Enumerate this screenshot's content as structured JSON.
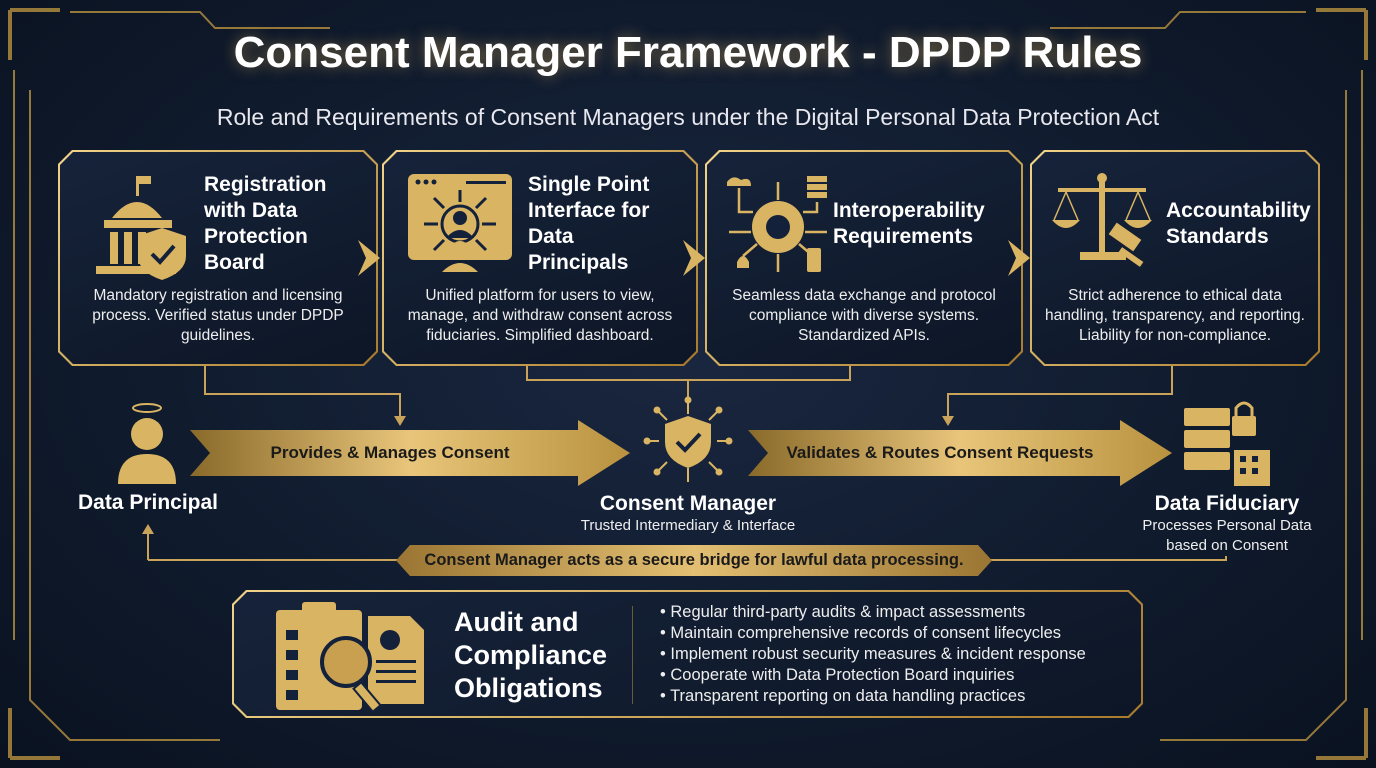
{
  "title": "Consent Manager Framework - DPDP Rules",
  "subtitle": "Role and Requirements of Consent Managers under the Digital Personal Data Protection Act",
  "cards": [
    {
      "title_lines": [
        "Registration",
        "with Data",
        "Protection",
        "Board"
      ],
      "desc": "Mandatory registration and licensing process. Verified status under DPDP guidelines.",
      "icon": "government-building-shield-icon"
    },
    {
      "title_lines": [
        "Single Point",
        "Interface for",
        "Data",
        "Principals"
      ],
      "desc": "Unified platform for users to view, manage, and withdraw consent across fiduciaries. Simplified dashboard.",
      "icon": "browser-user-arrows-icon"
    },
    {
      "title_lines": [
        "Interoperability",
        "Requirements"
      ],
      "desc": "Seamless data exchange and protocol compliance with diverse systems. Standardized APIs.",
      "icon": "gear-network-icon"
    },
    {
      "title_lines": [
        "Accountability",
        "Standards"
      ],
      "desc": "Strict adherence to ethical data handling, transparency, and reporting. Liability for non-compliance.",
      "icon": "scales-gavel-icon"
    }
  ],
  "flow": {
    "principal": {
      "label": "Data Principal"
    },
    "arrow1": "Provides & Manages Consent",
    "manager": {
      "label": "Consent Manager",
      "sub": "Trusted Intermediary & Interface"
    },
    "arrow2": "Validates & Routes Consent Requests",
    "fiduciary": {
      "label": "Data Fiduciary",
      "sub_lines": [
        "Processes Personal Data",
        "based on Consent"
      ]
    },
    "bridge": "Consent Manager acts as a secure bridge for lawful data processing."
  },
  "audit": {
    "title_lines": [
      "Audit and",
      "Compliance",
      "Obligations"
    ],
    "items": [
      "Regular third-party audits & impact assessments",
      "Maintain comprehensive records of consent lifecycles",
      "Implement robust security measures & incident response",
      "Cooperate with Data Protection Board inquiries",
      "Transparent reporting on data handling practices"
    ]
  },
  "colors": {
    "gold": "#d9b463",
    "background": "#0f1a2c"
  }
}
